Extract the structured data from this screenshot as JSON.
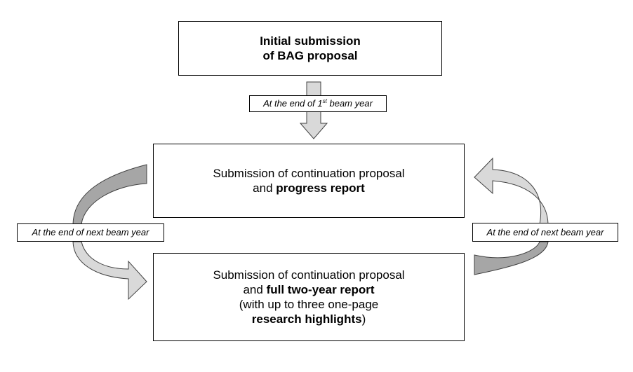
{
  "boxes": {
    "initial": {
      "line1": "Initial submission",
      "line2": "of BAG proposal"
    },
    "continuation_progress": {
      "line1": "Submission of continuation proposal",
      "line2_prefix": "and ",
      "line2_bold": "progress report"
    },
    "continuation_full": {
      "line1": "Submission of continuation proposal",
      "line2_prefix": "and ",
      "line2_bold": "full two-year report",
      "line3": "(with up to three one-page",
      "line4_bold": "research highlights",
      "line4_suffix": ")"
    }
  },
  "labels": {
    "first_year_prefix": "At the end of 1",
    "first_year_sup": "st",
    "first_year_suffix": " beam year",
    "next_year_left": "At the end of next beam year",
    "next_year_right": "At the end of next beam year"
  },
  "colors": {
    "arrow_light": "#d9d9d9",
    "arrow_dark": "#a6a6a6",
    "stroke": "#404040"
  }
}
